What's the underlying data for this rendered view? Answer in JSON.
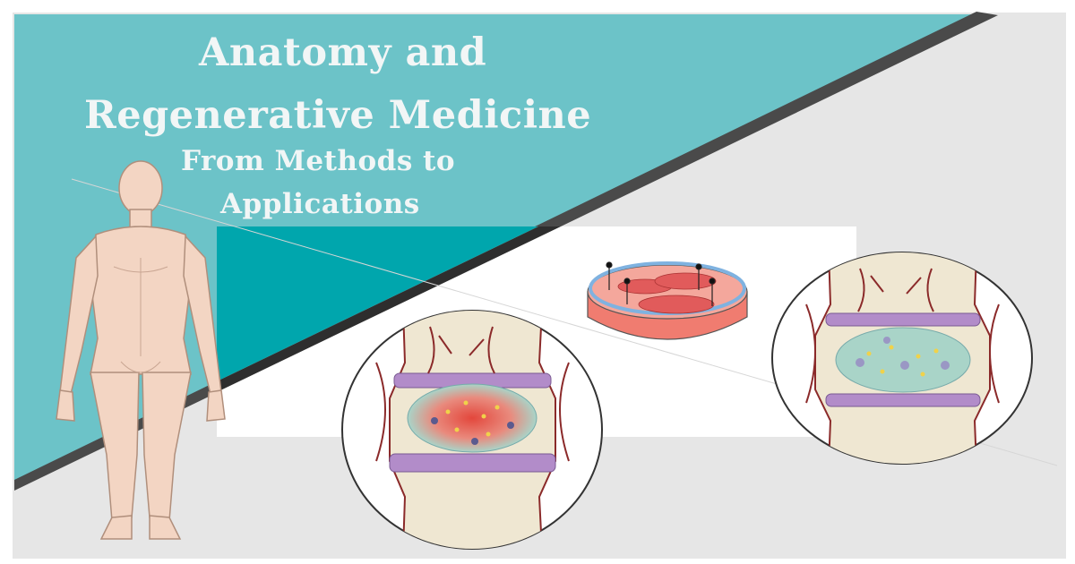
{
  "banner": {
    "title_line1": "Anatomy and",
    "title_line2": "Regenerative Medicine",
    "subtitle_line1": "From Methods to",
    "subtitle_line2": "Applications"
  },
  "colors": {
    "teal": "#6cc3c8",
    "dark_teal": "#00a6ad",
    "stripe": "#4a4a4a",
    "background": "#e6e6e6",
    "skin": "#f3d5c3",
    "tissue_red": "#e3473c",
    "vessel": "#8b2a2a",
    "cartilage_purple": "#b28cc9",
    "dish_pink": "#f07c70"
  },
  "illustrations": {
    "figure": "human-body-anterior",
    "dish": "petri-dish-cell-culture",
    "joint_left": "injured-joint-cross-section",
    "joint_right": "healed-joint-cross-section"
  }
}
